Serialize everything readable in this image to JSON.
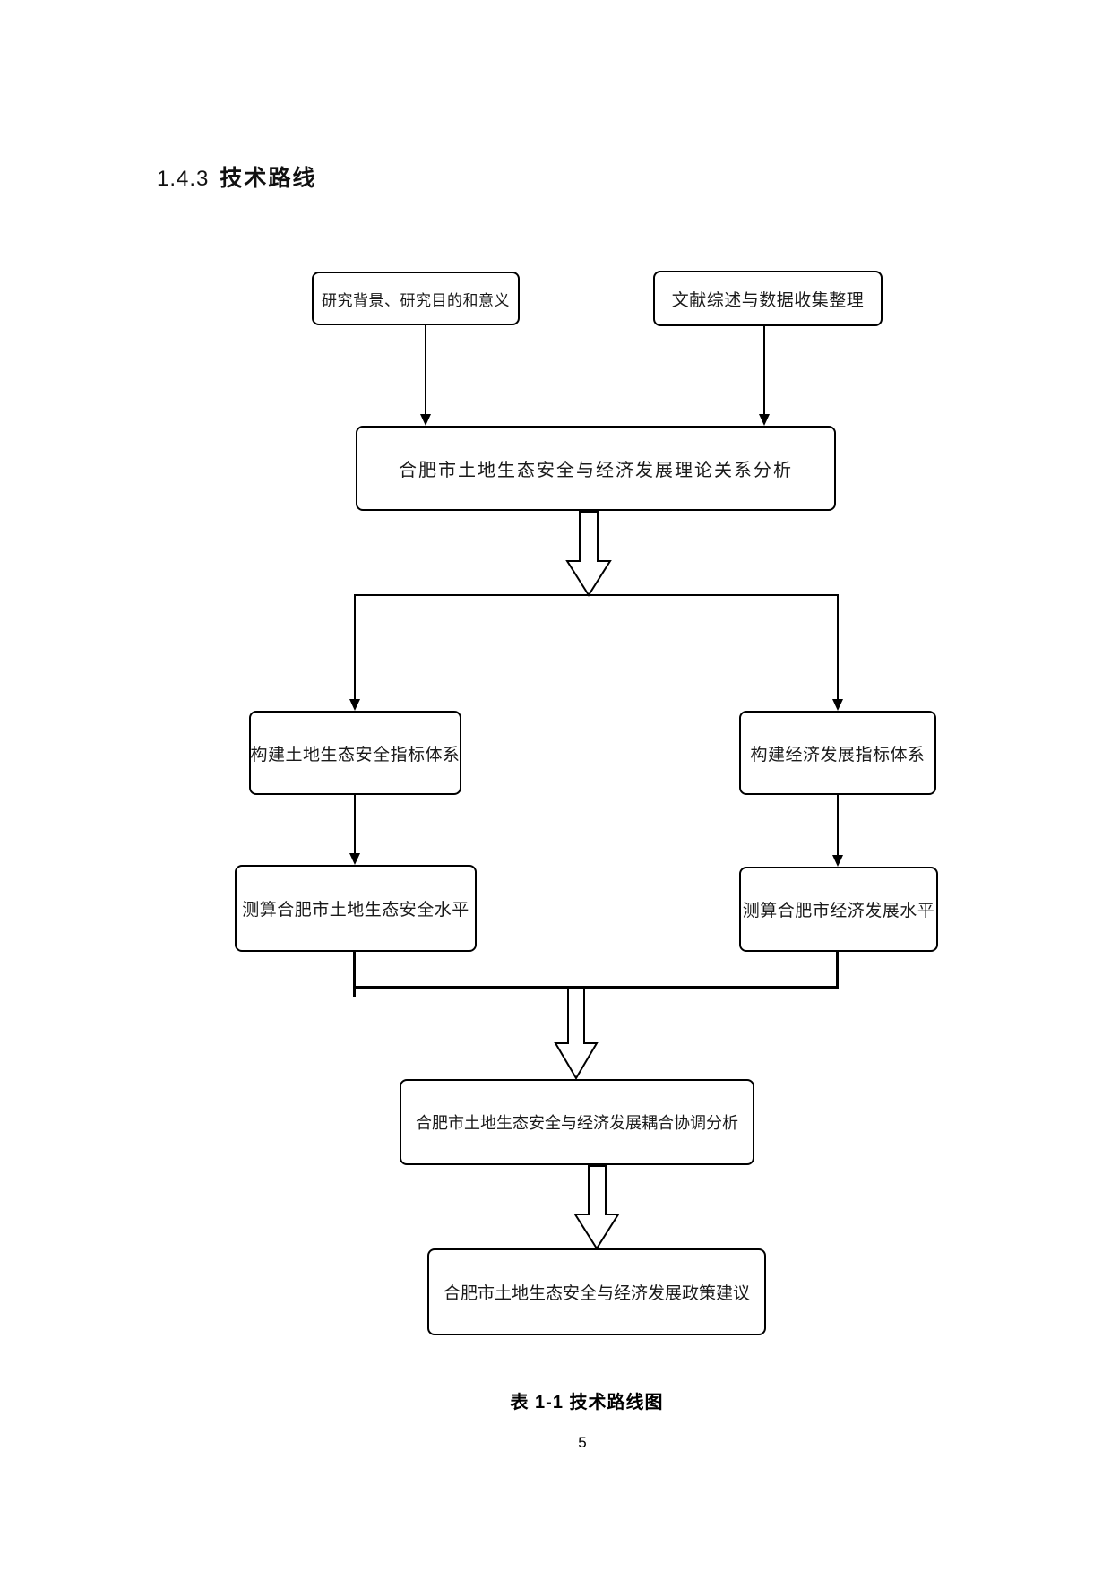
{
  "page": {
    "heading": {
      "number": "1.4.3",
      "title": "技术路线"
    },
    "caption": "表 1-1  技术路线图",
    "page_number": "5"
  },
  "flowchart": {
    "nodes": {
      "research_background": "研究背景、研究目的和意义",
      "literature_review": "文献综述与数据收集整理",
      "theory_analysis": "合肥市土地生态安全与经济发展理论关系分析",
      "land_index_system": "构建土地生态安全指标体系",
      "economic_index_system": "构建经济发展指标体系",
      "land_security_level": "测算合肥市土地生态安全水平",
      "economic_level": "测算合肥市经济发展水平",
      "coupling_analysis": "合肥市土地生态安全与经济发展耦合协调分析",
      "policy_suggestions": "合肥市土地生态安全与经济发展政策建议"
    },
    "colors": {
      "line": "#000000",
      "box_border": "#000000",
      "background": "#ffffff",
      "text": "#1a1a1a"
    }
  }
}
